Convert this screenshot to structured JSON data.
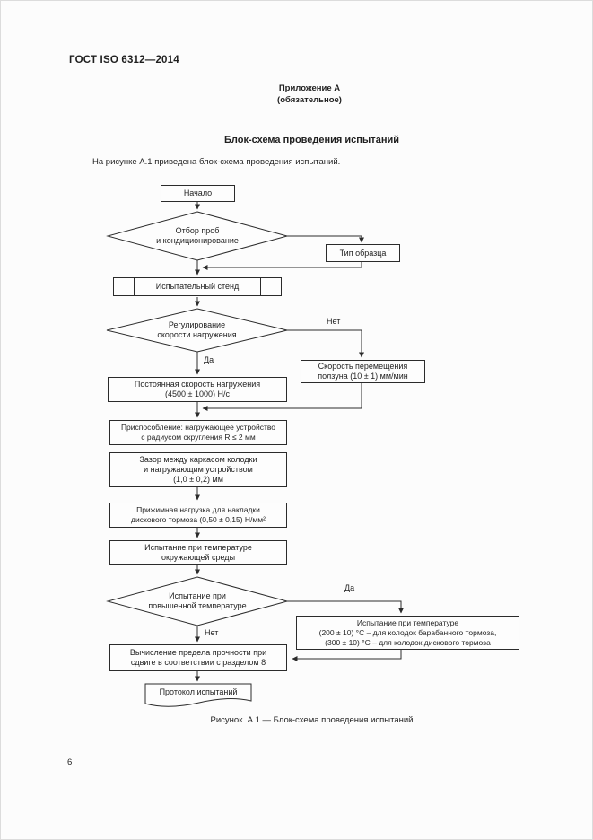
{
  "page": {
    "doc_header": "ГОСТ ISO 6312—2014",
    "appendix_title": "Приложение А\n(обязательное)",
    "section_title": "Блок-схема проведения испытаний",
    "intro_text": "На рисунке А.1 приведена блок-схема проведения испытаний.",
    "figure_caption": "Рисунок  А.1 — Блок-схема проведения испытаний",
    "page_number": "6"
  },
  "flowchart": {
    "nodes": {
      "start": "Начало",
      "sampling_decision": "Отбор проб\nи кондиционирование",
      "sample_type": "Тип образца",
      "test_bench": "Испытательный стенд",
      "speed_regulation_decision": "Регулирование\nскорости нагружения",
      "slider_speed": "Скорость перемещения\nползуна (10 ± 1) мм/мин",
      "constant_speed": "Постоянная скорость нагружения\n(4500 ± 1000) Н/с",
      "fixture": "Приспособление: нагружающее устройство\nс радиусом скругления R ≤ 2 мм",
      "gap": "Зазор между каркасом колодки\nи нагружающим устройством\n(1,0 ± 0,2) мм",
      "pressing_load": "Прижимная нагрузка для накладки\nдискового тормоза (0,50 ± 0,15) Н/мм²",
      "ambient_test": "Испытание при температуре\nокружающей среды",
      "elevated_decision": "Испытание при\nповышенной температуре",
      "elevated_test": "Испытание при температуре\n(200 ± 10) °С – для колодок барабанного тормоза,\n(300 ± 10) °С – для колодок дискового тормоза",
      "shear_calc": "Вычисление предела прочности при\nсдвиге в соответствии с разделом 8",
      "protocol": "Протокол испытаний"
    },
    "labels": {
      "no_speed": "Нет",
      "yes_speed": "Да",
      "yes_elevated": "Да",
      "no_elevated": "Нет"
    }
  },
  "colors": {
    "line": "#2b2b2b",
    "text": "#1f1f1f",
    "background": "#fcfcfc"
  }
}
